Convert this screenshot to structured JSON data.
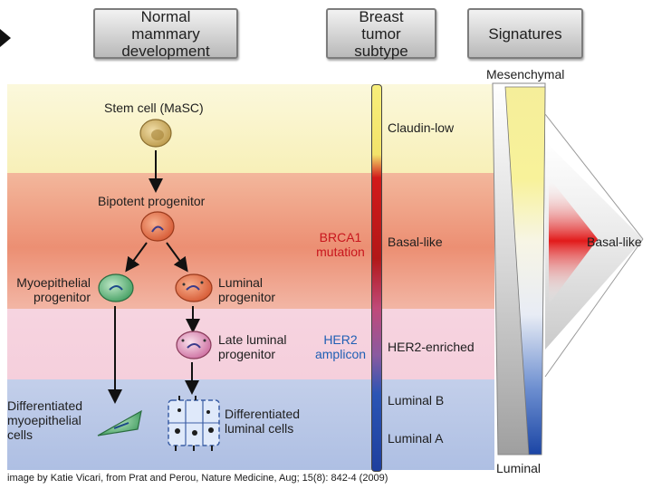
{
  "headers": {
    "normal": "Normal mammary development",
    "subtype": "Breast tumor subtype",
    "signatures": "Signatures"
  },
  "cells": {
    "stem": "Stem cell (MaSC)",
    "bipotent": "Bipotent progenitor",
    "myo_progenitor": "Myoepithelial progenitor",
    "luminal_progenitor": "Luminal progenitor",
    "late_luminal": "Late luminal progenitor",
    "diff_myo": "Differentiated myoepithelial cells",
    "diff_luminal": "Differentiated luminal cells"
  },
  "markers": {
    "brca1": "BRCA1 mutation",
    "her2": "HER2 amplicon"
  },
  "subtypes": {
    "claudin_low": "Claudin-low",
    "basal_like": "Basal-like",
    "her2_enriched": "HER2-enriched",
    "luminal_b": "Luminal B",
    "luminal_a": "Luminal A"
  },
  "signatures": {
    "mesenchymal": "Mesenchymal",
    "basal_like": "Basal-like",
    "luminal": "Luminal"
  },
  "colors": {
    "yellow_band": "#fbf6c4",
    "red_band": "#ee9d7f",
    "pink_band": "#f7d7e3",
    "blue_band": "#bfcbe8",
    "marker_red": "#c8161d",
    "marker_blue": "#1f5fb4"
  },
  "caption": "image by Katie Vicari, from Prat and Perou, Nature Medicine, Aug; 15(8): 842-4 (2009)"
}
